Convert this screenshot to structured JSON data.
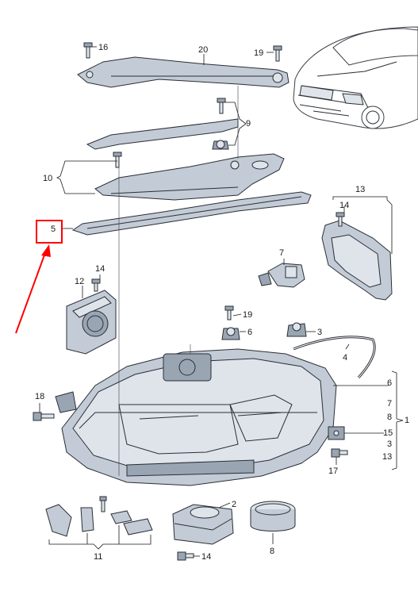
{
  "diagram": {
    "colors": {
      "highlight": "#ff0000",
      "part_fill": "#c3cbd6",
      "part_dark": "#9aa5b3",
      "outline": "#2a2f36"
    },
    "callouts": {
      "p1": "1",
      "p2": "2",
      "p3": "3",
      "p4": "4",
      "p5": "5",
      "p6": "6",
      "p7": "7",
      "p8": "8",
      "p9": "9",
      "p10": "10",
      "p11": "11",
      "p12": "12",
      "p13": "13",
      "p14a": "14",
      "p14b": "14",
      "p14c": "14",
      "p15": "15",
      "p16": "16",
      "p17": "17",
      "p18": "18",
      "p19a": "19",
      "p19b": "19",
      "p20": "20",
      "grp6": "6",
      "grp7": "7",
      "grp8": "8",
      "grp15": "15",
      "grp3": "3",
      "grp13": "13"
    },
    "icons": [
      "screw-icon",
      "headlamp-icon",
      "car-icon",
      "arrow-icon"
    ]
  }
}
